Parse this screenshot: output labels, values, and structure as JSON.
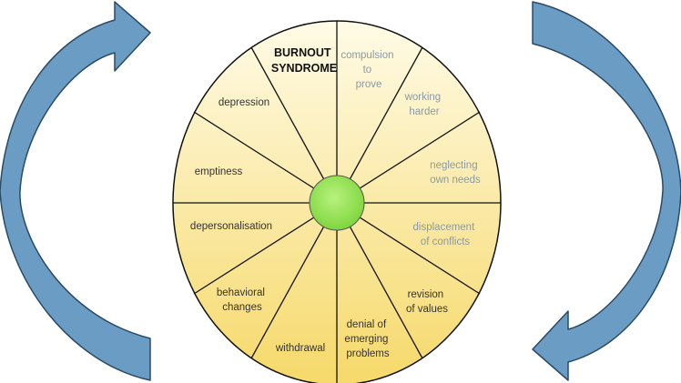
{
  "diagram": {
    "title_lines": [
      "BURNOUT",
      "SYNDROME"
    ],
    "segments": [
      {
        "lines": [
          "compulsion",
          "to",
          "prove"
        ],
        "color": "#8a9aa6"
      },
      {
        "lines": [
          "working",
          "harder"
        ],
        "color": "#8a9aa6"
      },
      {
        "lines": [
          "neglecting",
          "own needs"
        ],
        "color": "#8a9aa6"
      },
      {
        "lines": [
          "displacement",
          "of conflicts"
        ],
        "color": "#8a9aa6"
      },
      {
        "lines": [
          "revision",
          "of values"
        ],
        "color": "#333333"
      },
      {
        "lines": [
          "denial of",
          "emerging",
          "problems"
        ],
        "color": "#333333"
      },
      {
        "lines": [
          "withdrawal"
        ],
        "color": "#333333"
      },
      {
        "lines": [
          "behavioral",
          "changes"
        ],
        "color": "#333333"
      },
      {
        "lines": [
          "depersonalisation"
        ],
        "color": "#333333"
      },
      {
        "lines": [
          "emptiness"
        ],
        "color": "#333333"
      },
      {
        "lines": [
          "depression"
        ],
        "color": "#333333"
      }
    ],
    "colors": {
      "wheel_light": "#fffbe6",
      "wheel_dark": "#f6d96a",
      "hub": "#8ee24f",
      "arrow": "#6a9cc4",
      "outline": "#111111"
    }
  }
}
